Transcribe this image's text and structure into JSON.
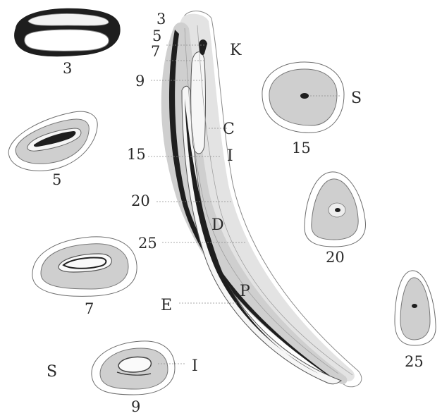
{
  "figure": {
    "section_labels": {
      "s3": "3",
      "s5": "5",
      "s7": "7",
      "s9": "9",
      "s15": "15",
      "s20": "20",
      "s25": "25"
    },
    "tooth_levels": {
      "l3": "3",
      "l5": "5",
      "l7": "7",
      "l9": "9",
      "l15": "15",
      "l20": "20",
      "l25": "25"
    },
    "letters": {
      "K": "K",
      "C": "C",
      "I_tooth": "I",
      "D": "D",
      "P": "P",
      "E": "E",
      "S_right": "S",
      "S_left": "S",
      "I_section": "I"
    }
  }
}
